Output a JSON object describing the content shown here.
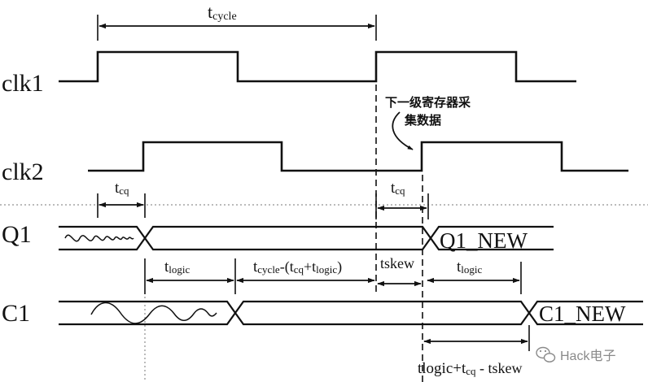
{
  "signals": {
    "clk1": "clk1",
    "clk2": "clk2",
    "q1": "Q1",
    "c1": "C1"
  },
  "bus_values": {
    "q1_new": "Q1_NEW",
    "c1_new": "C1_NEW"
  },
  "timing_labels": {
    "tcycle_base": "t",
    "tcycle_sub": "cycle",
    "tcq_clk_base": "t",
    "tcq_clk_sub": "cq",
    "tcq_q1_base": "t",
    "tcq_q1_sub": "cq",
    "tlogic1_base": "t",
    "tlogic1_sub": "logic",
    "slack_a": "t",
    "slack_b": "cycle",
    "slack_c": "-(t",
    "slack_d": "cq",
    "slack_e": "+t",
    "slack_f": "logic",
    "slack_g": ")",
    "tskew": "tskew",
    "tlogic2_base": "t",
    "tlogic2_sub": "logic",
    "bottom_a": "tlogic+t",
    "bottom_b": "cq",
    "bottom_c": " - tskew"
  },
  "annotation": {
    "line1": "下一级寄存器采",
    "line2": "集数据"
  },
  "watermark": {
    "text": "Hack电子",
    "icon": "wechat-icon"
  }
}
